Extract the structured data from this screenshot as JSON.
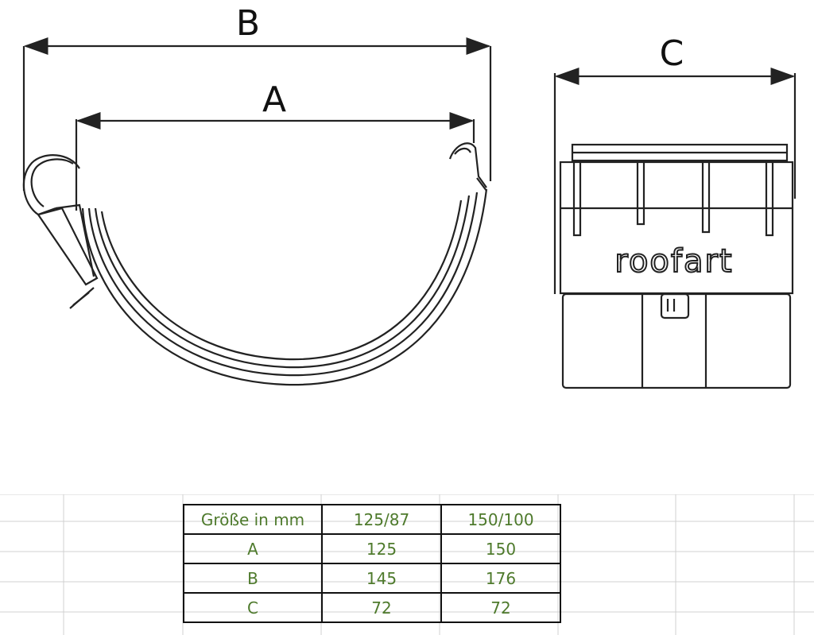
{
  "drawing": {
    "left_view": {
      "label_outer": "B",
      "label_inner": "A"
    },
    "right_view": {
      "label_width": "C",
      "brand": "roofart"
    }
  },
  "table": {
    "header": [
      "Größe in mm",
      "125/87",
      "150/100"
    ],
    "rows": [
      [
        "A",
        "125",
        "150"
      ],
      [
        "B",
        "145",
        "176"
      ],
      [
        "C",
        "72",
        "72"
      ]
    ]
  },
  "colors": {
    "table_text": "#4e7a2c",
    "lines": "#222222",
    "grid": "#d0d0d0"
  }
}
